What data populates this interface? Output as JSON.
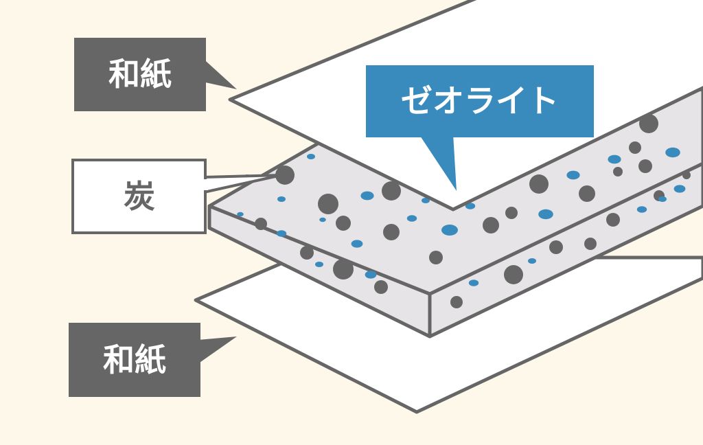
{
  "labels": {
    "top_paper": "和紙",
    "charcoal": "炭",
    "zeolite": "ゼオライト",
    "bottom_paper": "和紙"
  },
  "colors": {
    "background": "#fdf8ea",
    "label_dark": "#666666",
    "zeolite_blue": "#3a8bbd",
    "charcoal_dot": "#666666",
    "layer_fill": "#e6e4e6"
  }
}
